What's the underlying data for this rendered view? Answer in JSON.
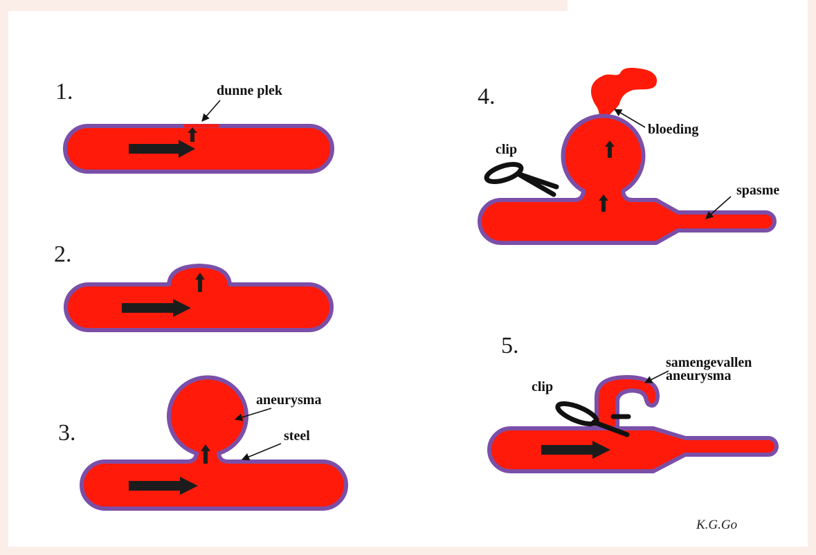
{
  "colors": {
    "blood": "#ff1a0a",
    "vessel_wall": "#7b4fa8",
    "arrow": "#1c1c1c",
    "clip": "#111111",
    "background": "#ffffff",
    "page_border": "#fbeee9"
  },
  "steps": [
    {
      "number": "1.",
      "labels": {
        "thin_spot": "dunne plek"
      }
    },
    {
      "number": "2.",
      "labels": {}
    },
    {
      "number": "3.",
      "labels": {
        "aneurysm": "aneurysma",
        "stalk": "steel"
      }
    },
    {
      "number": "4.",
      "labels": {
        "clip": "clip",
        "bleeding": "bloeding",
        "spasm": "spasme"
      }
    },
    {
      "number": "5.",
      "labels": {
        "clip": "clip",
        "collapsed_line1": "samengevallen",
        "collapsed_line2": "aneurysma"
      }
    }
  ],
  "signature": "K.G.Go"
}
